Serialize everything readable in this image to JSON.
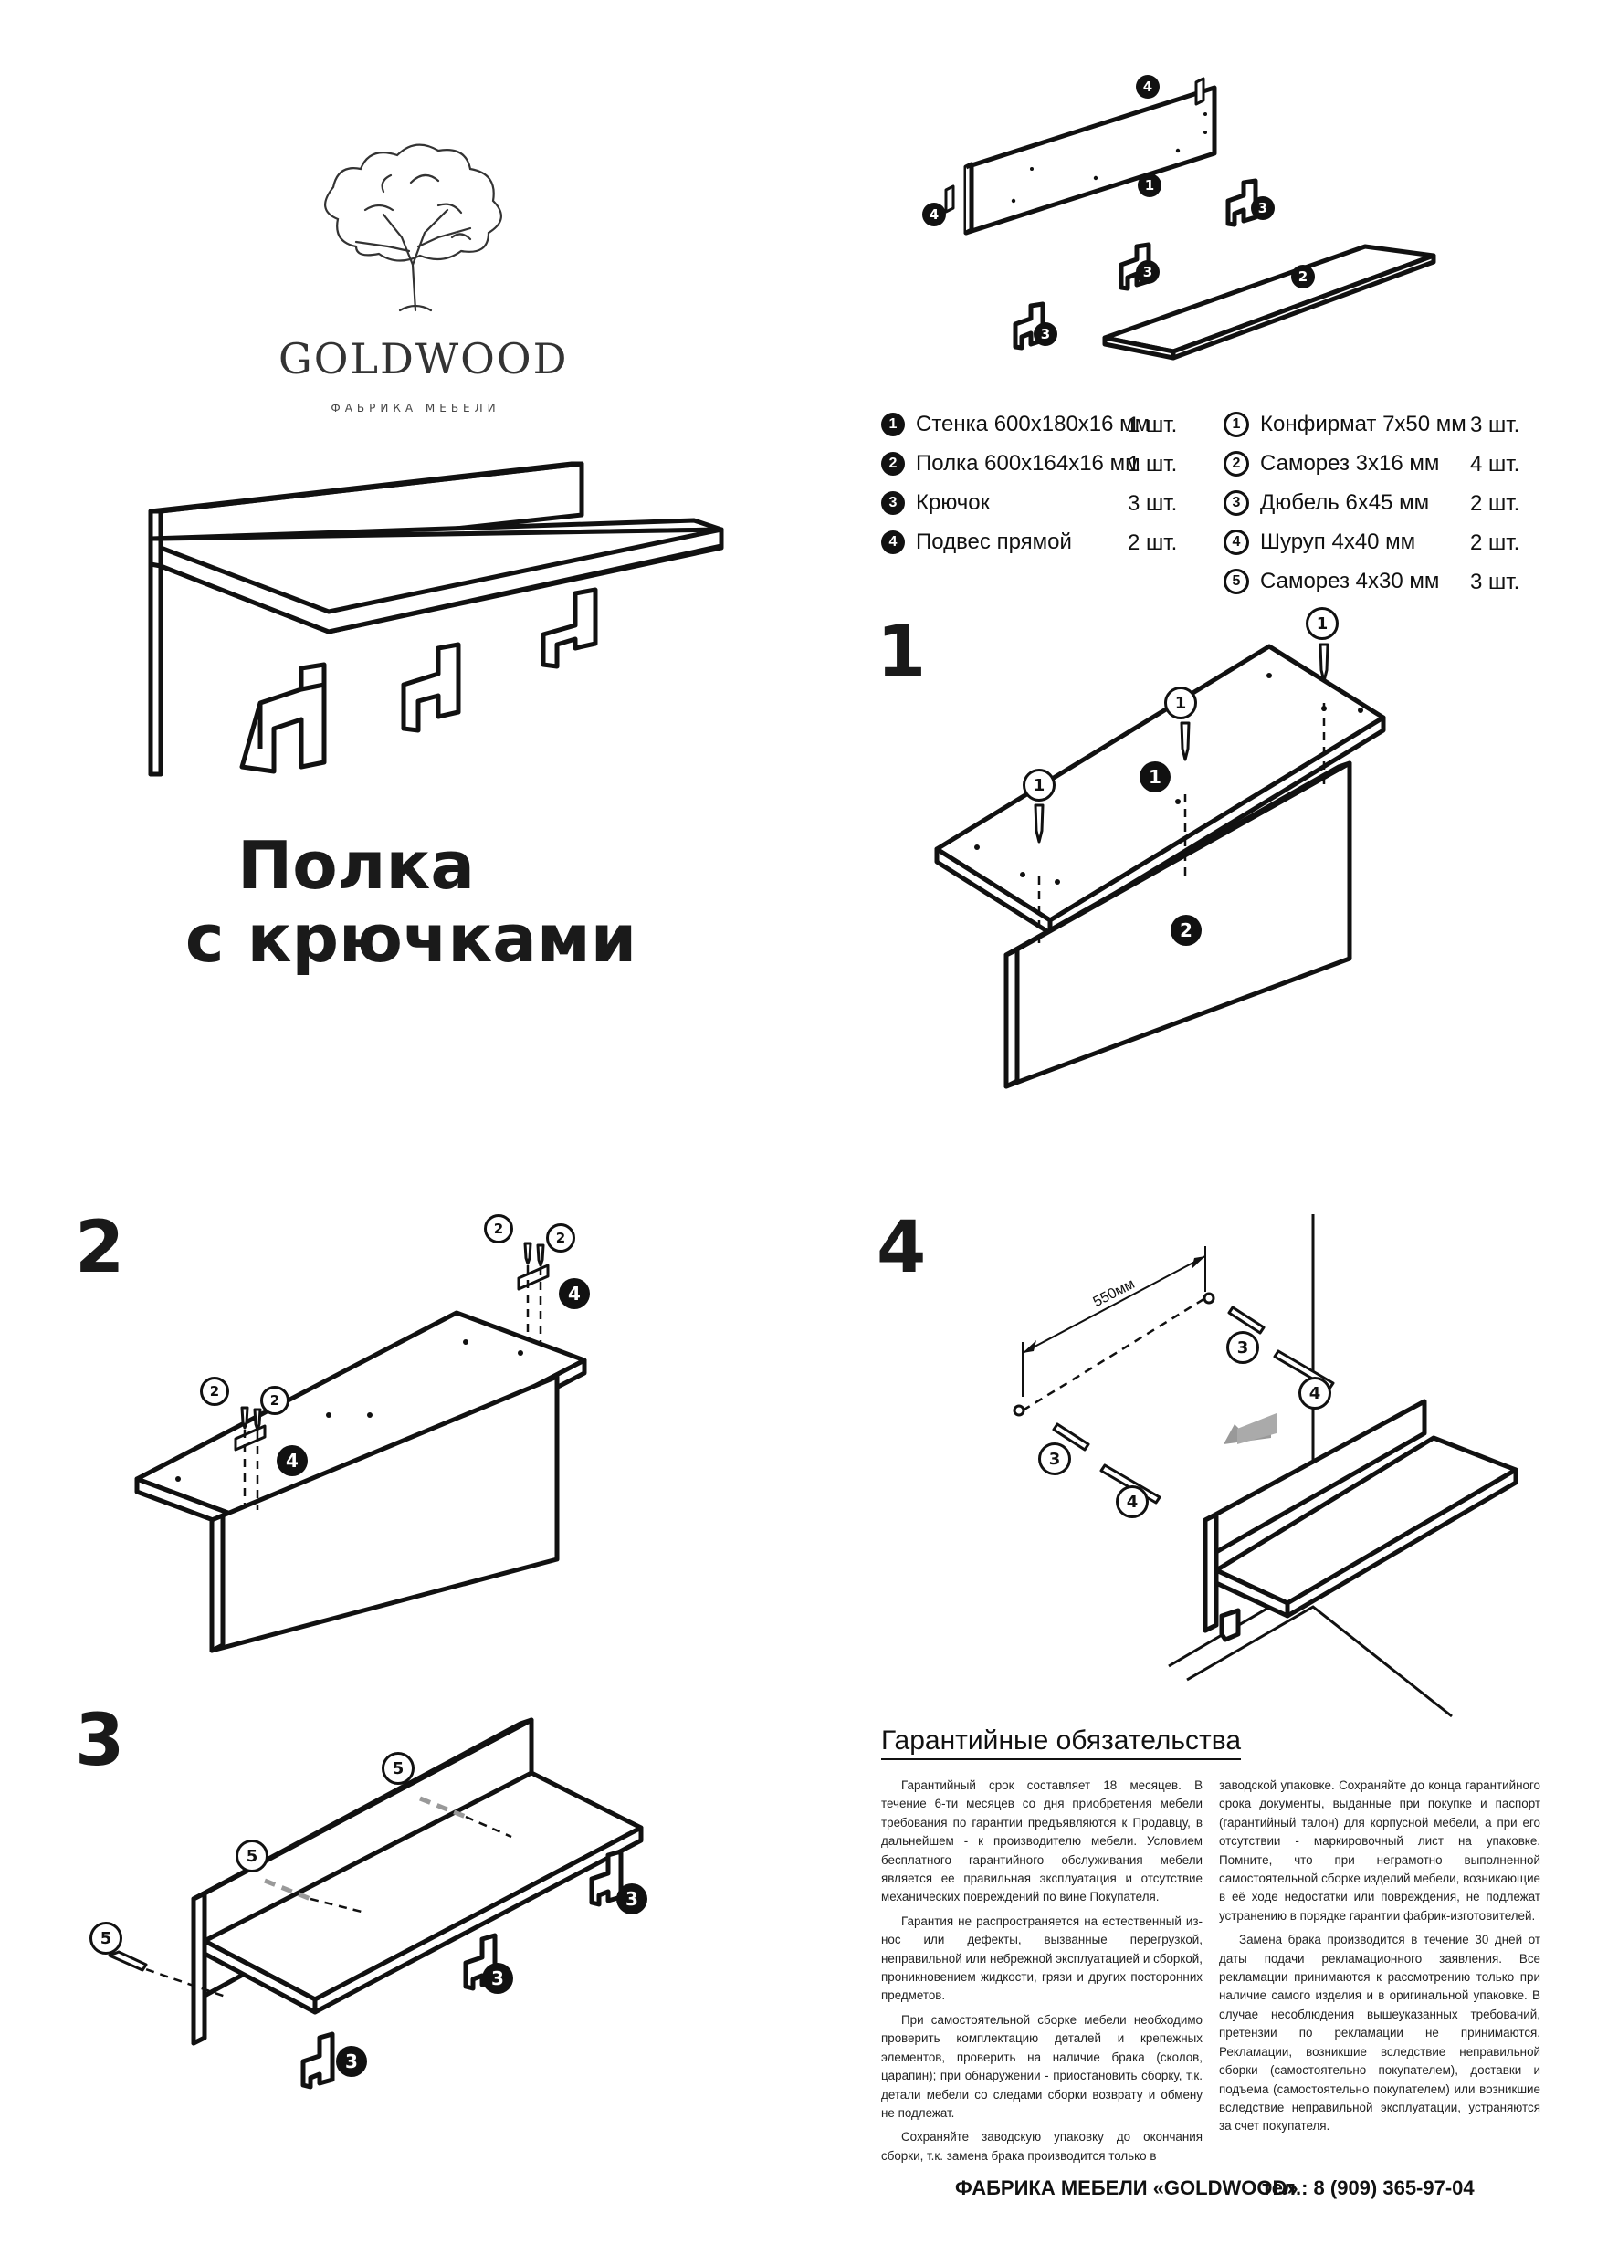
{
  "brand": {
    "name": "GOLDWOOD",
    "subtitle": "ФАБРИКА МЕБЕЛИ"
  },
  "product": {
    "title_line1": "Полка",
    "title_line2": "с крючками"
  },
  "parts": [
    {
      "num": "1",
      "name": "Стенка 600х180х16 мм",
      "qty": "1 шт."
    },
    {
      "num": "2",
      "name": "Полка 600х164х16 мм",
      "qty": "1 шт."
    },
    {
      "num": "3",
      "name": "Крючок",
      "qty": "3 шт."
    },
    {
      "num": "4",
      "name": "Подвес прямой",
      "qty": "2 шт."
    }
  ],
  "fasteners": [
    {
      "num": "1",
      "name": "Конфирмат 7х50 мм",
      "qty": "3 шт."
    },
    {
      "num": "2",
      "name": "Саморез 3х16 мм",
      "qty": "4 шт."
    },
    {
      "num": "3",
      "name": "Дюбель 6х45 мм",
      "qty": "2 шт."
    },
    {
      "num": "4",
      "name": "Шуруп 4х40 мм",
      "qty": "2 шт."
    },
    {
      "num": "5",
      "name": "Саморез 4х30 мм",
      "qty": "3 шт."
    }
  ],
  "steps": [
    "1",
    "2",
    "3",
    "4"
  ],
  "step4": {
    "dimension": "550мм"
  },
  "callouts": {
    "c1": "1",
    "c2": "2",
    "c3": "3",
    "c4": "4",
    "c5": "5"
  },
  "warranty": {
    "title": "Гарантийные обязательства",
    "col1": [
      "Гарантийный срок составляет 18 месяцев. В течение 6-ти месяцев со дня приобретения мебели требования по гарантии предъявляются к Продавцу, в дальнейшем - к производителю мебели. Условием бесплатного гарантийного обслуживания мебели является ее правильная эксплуатация и отсутствие механических повреждений по вине Покупателя.",
      "Гарантия не распространяется на естественный из-нос или дефекты, вызванные перегрузкой, неправильной или небрежной эксплуатацией и сборкой, проникновением жидкости, грязи и других посторонних предметов.",
      "При самостоятельной сборке мебели необходимо проверить комплектацию деталей и крепежных элементов, проверить на наличие брака (сколов, царапин); при обнаружении - приостановить сборку, т.к. детали мебели со следами сборки возврату и обмену не подлежат.",
      "Сохраняйте заводскую упаковку до окончания сборки, т.к. замена брака производится только в"
    ],
    "col2": [
      "заводской упаковке. Сохраняйте до конца гарантийного срока документы, выданные при покупке и паспорт (гарантийный талон) для корпусной мебели, а при его отсутствии - маркировочный лист на упаковке. Помните, что при неграмотно выполненной самостоятельной сборке изделий мебели, возникающие в её ходе недостатки или повреждения, не подлежат устранению в порядке гарантии фабрик-изготовителей.",
      "Замена брака производится в течение 30 дней от даты подачи рекламационного заявления. Все рекламации принимаются к рассмотрению только при наличие самого изделия и в оригинальной упаковке. В случае несоблюдения вышеуказанных требований, претензии по рекламации не принимаются. Рекламации, возникшие вследствие неправильной сборки (самостоятельно покупателем), доставки и подъема (самостоятельно покупателем) или возникшие вследствие неправильной эксплуатации, устраняются за счет покупателя."
    ]
  },
  "footer": {
    "company": "ФАБРИКА МЕБЕЛИ «GOLDWOOD»",
    "phone": "тел.: 8 (909) 365-97-04"
  }
}
